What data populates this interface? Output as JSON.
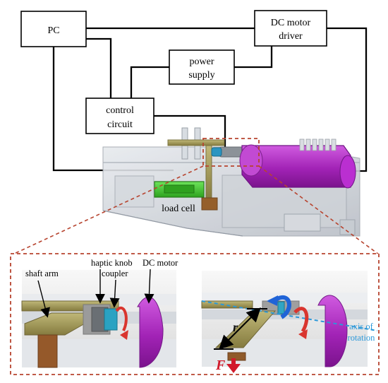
{
  "boxes": {
    "pc": "PC",
    "driver_line1": "DC motor",
    "driver_line2": "driver",
    "power_line1": "power",
    "power_line2": "supply",
    "control_line1": "control",
    "control_line2": "circuit"
  },
  "labels": {
    "load_cell": "load cell",
    "shaft_arm": "shaft arm",
    "haptic_knob": "haptic knob",
    "coupler": "coupler",
    "dc_motor": "DC motor",
    "force": "F",
    "radius": "r",
    "axis_line1": "axis of",
    "axis_line2": "rotation"
  },
  "colors": {
    "wire": "#000000",
    "frame": "#c8ccd2",
    "load_cell": "#3fcf2f",
    "motor": "#b12fc6",
    "shaft": "#9f9552",
    "highlight_box": "#b7442f",
    "force": "#d11a2b",
    "rotation_blue": "#1f63d7",
    "rotation_red": "#d9352e",
    "axis": "#2b98d9"
  }
}
